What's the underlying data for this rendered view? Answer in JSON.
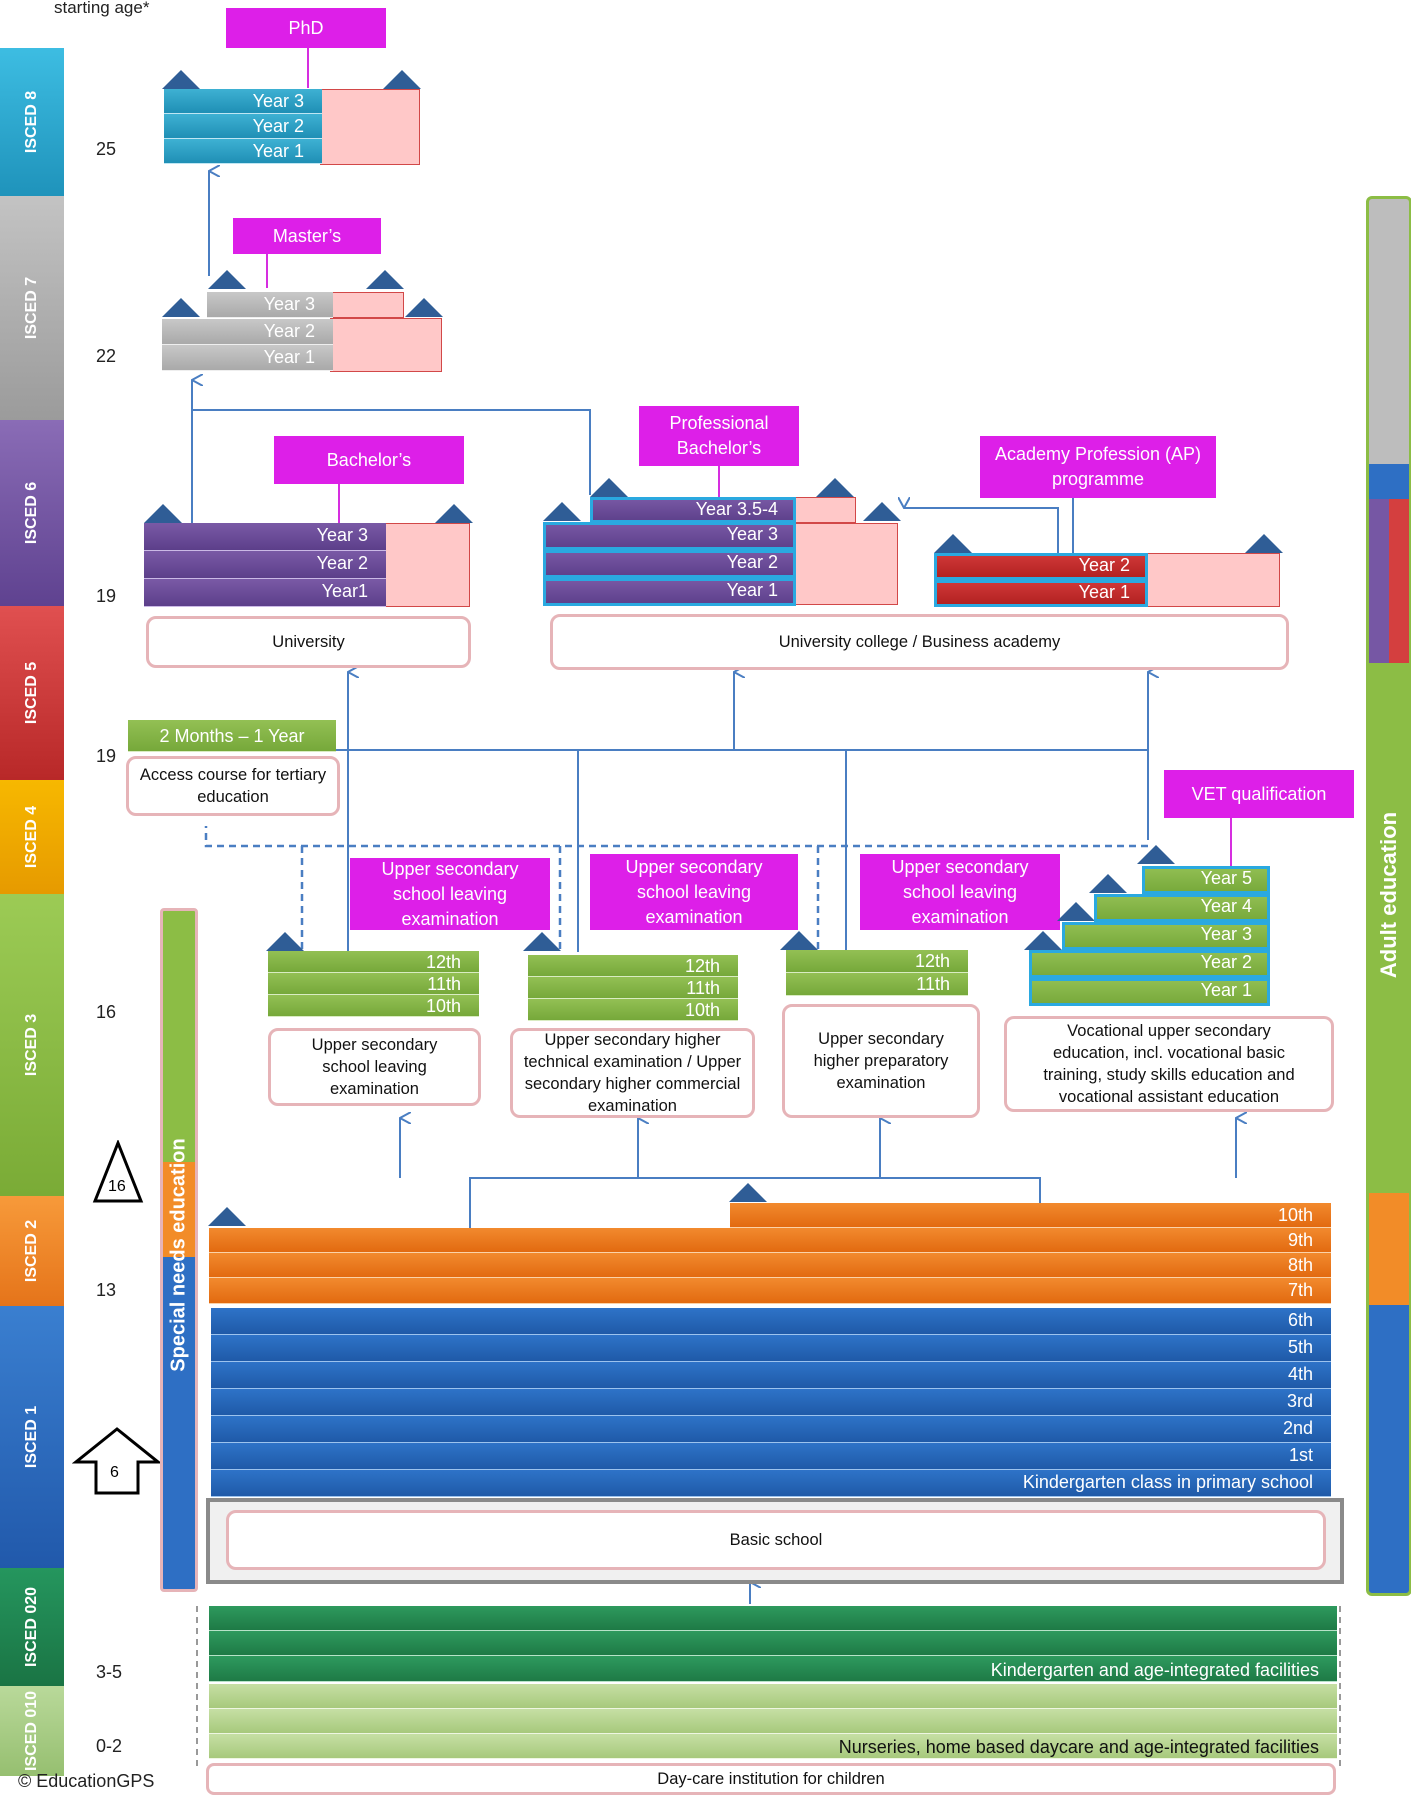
{
  "header": {
    "starting_age": "starting  age*"
  },
  "isced": [
    {
      "label": "ISCED 8",
      "color": "#2ea6d0"
    },
    {
      "label": "ISCED 7",
      "color": "#a9a9a9"
    },
    {
      "label": "ISCED 6",
      "color": "#7657a4"
    },
    {
      "label": "ISCED 5",
      "color": "#d43f3f"
    },
    {
      "label": "ISCED 4",
      "color": "#f5a500"
    },
    {
      "label": "ISCED 3",
      "color": "#8cbd45"
    },
    {
      "label": "ISCED 2",
      "color": "#f28c28"
    },
    {
      "label": "ISCED 1",
      "color": "#2e6fc4"
    },
    {
      "label": "ISCED 020",
      "color": "#1f8a55"
    },
    {
      "label": "ISCED 010",
      "color": "#a8cc85"
    }
  ],
  "ages": [
    "25",
    "22",
    "19",
    "19",
    "16",
    "13",
    "3-5",
    "0-2"
  ],
  "markers": {
    "compulsory_end": "16",
    "compulsory_start": "6"
  },
  "special_needs": "Special  needs  education",
  "adult_education": "Adult education",
  "phd": {
    "title": "PhD",
    "years": [
      "Year 3",
      "Year 2",
      "Year 1"
    ]
  },
  "masters": {
    "title": "Master’s",
    "years": [
      "Year 3",
      "Year 2",
      "Year 1"
    ]
  },
  "bachelors": {
    "title": "Bachelor’s",
    "years": [
      "Year 3",
      "Year 2",
      "Year1"
    ],
    "institution": "University"
  },
  "prof_bachelors": {
    "title": "Professional Bachelor’s",
    "years": [
      "Year 3.5-4",
      "Year 3",
      "Year 2",
      "Year 1"
    ]
  },
  "ap": {
    "title": "Academy Profession (AP) programme",
    "years": [
      "Year 2",
      "Year 1"
    ]
  },
  "univ_college": "University college / Business academy",
  "access": {
    "duration": "2 Months – 1 Year",
    "label": "Access course for tertiary education"
  },
  "upper_sec": [
    {
      "exam": "Upper secondary school leaving examination",
      "grades": [
        "12th",
        "11th",
        "10th"
      ],
      "label": "Upper secondary school leaving examination"
    },
    {
      "exam": "Upper secondary school leaving examination",
      "grades": [
        "12th",
        "11th",
        "10th"
      ],
      "label": "Upper secondary higher technical examination / Upper secondary higher commercial examination"
    },
    {
      "exam": "Upper secondary school leaving examination",
      "grades": [
        "12th",
        "11th"
      ],
      "label": "Upper secondary higher preparatory examination"
    }
  ],
  "vet": {
    "title": "VET qualification",
    "years": [
      "Year 5",
      "Year 4",
      "Year 3",
      "Year 2",
      "Year 1"
    ],
    "label": "Vocational upper secondary education, incl.  vocational basic training, study skills  education and vocational assistant education"
  },
  "lower_sec": [
    "10th",
    "9th",
    "8th",
    "7th"
  ],
  "primary": [
    "6th",
    "5th",
    "4th",
    "3rd",
    "2nd",
    "1st",
    "Kindergarten class in primary school"
  ],
  "basic_school": "Basic school",
  "kindergarten": "Kindergarten and age-integrated facilities",
  "nurseries": "Nurseries, home based daycare and age-integrated facilities",
  "daycare": "Day-care institution for children",
  "copyright": "© EducationGPS"
}
